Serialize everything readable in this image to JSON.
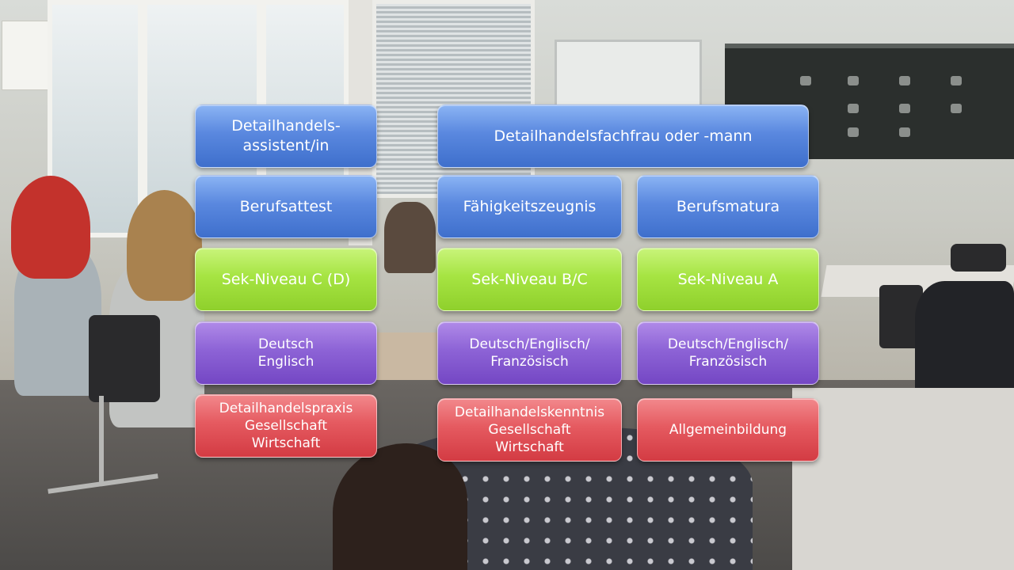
{
  "overlay": {
    "row1": {
      "left": "Detailhandels-\nassistent/in",
      "right": "Detailhandelsfachfrau oder -mann"
    },
    "row2": [
      "Berufsattest",
      "Fähigkeitszeugnis",
      "Berufsmatura"
    ],
    "row3": [
      "Sek-Niveau C (D)",
      "Sek-Niveau B/C",
      "Sek-Niveau A"
    ],
    "row4": [
      "Deutsch\nEnglisch",
      "Deutsch/Englisch/\nFranzösisch",
      "Deutsch/Englisch/\nFranzösisch"
    ],
    "row5": [
      "Detailhandelspraxis\nGesellschaft\nWirtschaft",
      "Detailhandelskenntnis\nGesellschaft\nWirtschaft",
      "Allgemeinbildung"
    ]
  },
  "colors": {
    "blue": "#5a88df",
    "green": "#a6e442",
    "purple": "#8d63d6",
    "red": "#e55a60"
  }
}
